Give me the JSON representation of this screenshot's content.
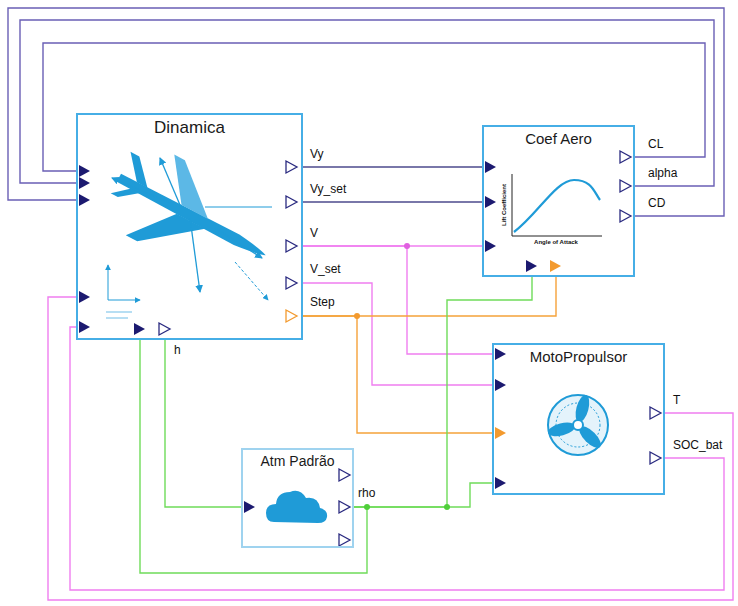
{
  "diagram": {
    "nodes": [
      {
        "text": [
          "Dinamica"
        ]
      },
      {
        "text": [
          "Coef Aero"
        ]
      },
      {
        "text": [
          "MotoPropulsor"
        ]
      },
      {
        "text": [
          "Atm Padrão"
        ]
      }
    ],
    "edges": [
      {
        "from": 0,
        "to": 1,
        "arrow": "to"
      },
      {
        "from": 0,
        "to": 1,
        "arrow": "to"
      },
      {
        "from": 0,
        "to": 1,
        "arrow": "to"
      },
      {
        "from": 0,
        "to": 2,
        "arrow": "to"
      },
      {
        "from": 0,
        "to": 2,
        "arrow": "to"
      },
      {
        "from": 0,
        "to": 1,
        "arrow": "to"
      },
      {
        "from": 0,
        "to": 2,
        "arrow": "to"
      },
      {
        "from": 0,
        "to": 3,
        "arrow": "to"
      },
      {
        "from": 3,
        "to": 1,
        "arrow": "to"
      },
      {
        "from": 3,
        "to": 2,
        "arrow": "to"
      },
      {
        "from": 3,
        "to": 0,
        "arrow": "to"
      },
      {
        "from": 1,
        "to": 0,
        "arrow": "to"
      },
      {
        "from": 1,
        "to": 0,
        "arrow": "to"
      },
      {
        "from": 1,
        "to": 0,
        "arrow": "to"
      },
      {
        "from": 2,
        "to": 0,
        "arrow": "to"
      },
      {
        "from": 2,
        "to": 0,
        "arrow": "to"
      }
    ],
    "labels": [
      "Vy",
      "Vy_set",
      "V",
      "V_set",
      "Step",
      "h",
      "Lift Coefficient",
      "Angle of Attack",
      "CL",
      "alpha",
      "CD",
      "rho",
      "T",
      "SOC_bat"
    ]
  }
}
